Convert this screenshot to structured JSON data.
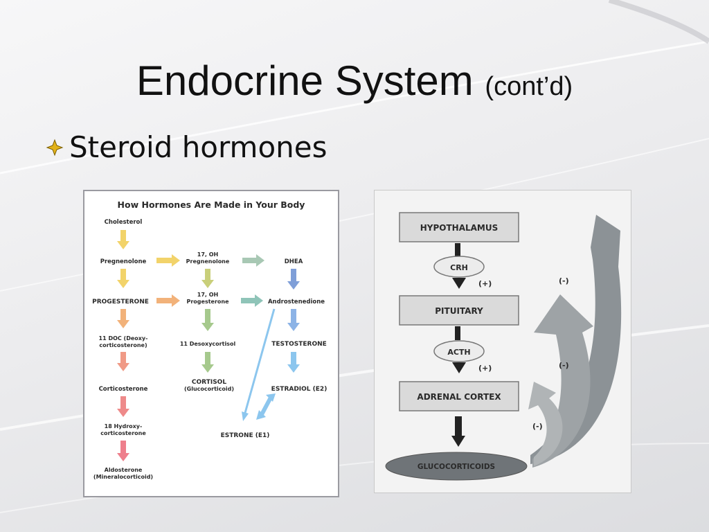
{
  "slide": {
    "title": "Endocrine System",
    "title_suffix": "(cont’d)",
    "bullet": "Steroid hormones"
  },
  "left_diagram": {
    "heading": "How Hormones Are Made in Your Body",
    "col1": {
      "cholesterol": "Cholesterol",
      "pregnenolone": "Pregnenolone",
      "progesterone": "PROGESTERONE",
      "doc_l1": "11 DOC (Deoxy-",
      "doc_l2": "corticosterone)",
      "corticosterone": "Corticosterone",
      "hydroxy_l1": "18 Hydroxy-",
      "hydroxy_l2": "corticosterone",
      "aldo_l1": "Aldosterone",
      "aldo_l2": "(Mineralocorticoid)"
    },
    "col2": {
      "oh_preg_l1": "17, OH",
      "oh_preg_l2": "Pregnenolone",
      "oh_prog_l1": "17, OH",
      "oh_prog_l2": "Progesterone",
      "desoxy": "11 Desoxycortisol",
      "cortisol_l1": "CORTISOL",
      "cortisol_l2": "(Glucocorticoid)"
    },
    "col3": {
      "dhea": "DHEA",
      "andro": "Androstenedione",
      "testosterone": "TESTOSTERONE",
      "estradiol": "ESTRADIOL (E2)",
      "estrone": "ESTRONE (E1)"
    },
    "colors": {
      "yellow": "#f2d36a",
      "orange": "#f2b27a",
      "salmon": "#f09a86",
      "pink": "#ee7f8c",
      "green": "#a6c98d",
      "teal": "#8fc4b8",
      "blue": "#7f9fd8",
      "lightblue": "#8cc6ee"
    }
  },
  "right_diagram": {
    "hypothalamus": "HYPOTHALAMUS",
    "crh": "CRH",
    "plus1": "(+)",
    "pituitary": "PITUITARY",
    "acth": "ACTH",
    "plus2": "(+)",
    "adrenal": "ADRENAL CORTEX",
    "gluco": "GLUCOCORTICOIDS",
    "minus1": "(-)",
    "minus2": "(-)",
    "minus3": "(-)"
  }
}
